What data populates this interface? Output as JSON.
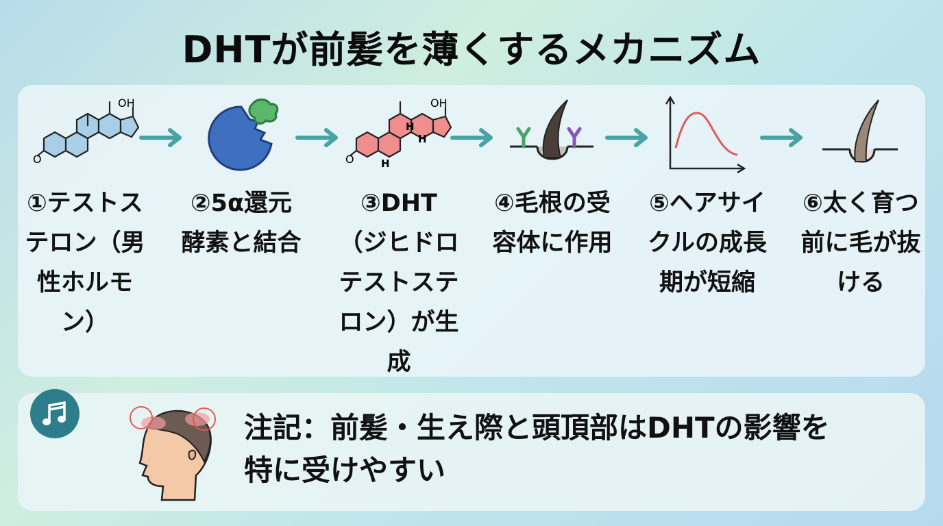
{
  "title": "DHTが前髪を薄くするメカニズム",
  "steps": [
    {
      "label": "①テストステロン（男性ホルモン）",
      "icon": "steroid-molecule-icon"
    },
    {
      "label": "②5α還元酵素と結合",
      "icon": "enzyme-icon"
    },
    {
      "label": "③DHT（ジヒドロテストステロン）が生成",
      "icon": "dht-molecule-icon"
    },
    {
      "label": "④毛根の受容体に作用",
      "icon": "hair-receptor-icon"
    },
    {
      "label": "⑤ヘアサイクルの成長期が短縮",
      "icon": "growth-curve-icon"
    },
    {
      "label": "⑥太く育つ前に毛が抜ける",
      "icon": "thin-hair-icon"
    }
  ],
  "molecule_label": "OH",
  "h_label": "H",
  "o_label": "O",
  "note": "注記：前髪・生え際と頭頂部はDHTの影響を特に受けやすい",
  "colors": {
    "arrow": "#4aa3a3",
    "molecule_fill": "#a9cfe8",
    "dht_fill": "#f08d8d",
    "enzyme": "#3f6fbf",
    "enzyme_bind": "#59b86a",
    "curve": "#e05a5a",
    "badge": "#2e7d8c"
  }
}
